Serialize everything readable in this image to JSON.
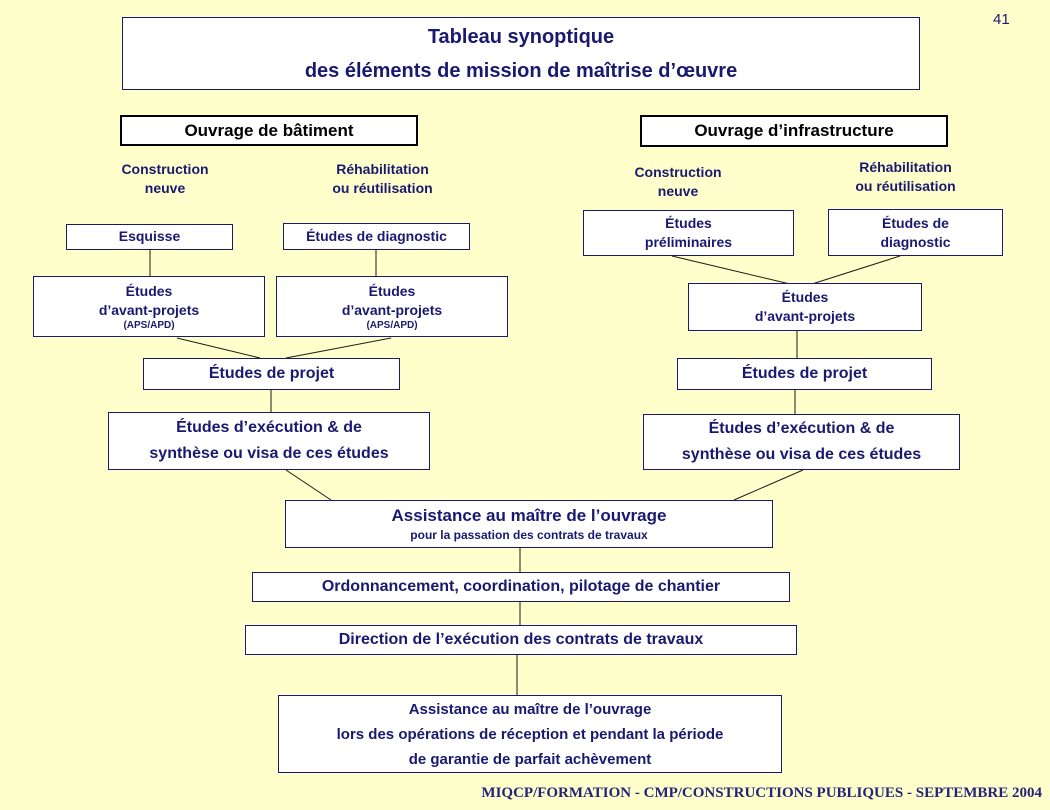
{
  "page_number": "41",
  "title": "Tableau synoptique\ndes éléments de mission de maîtrise d’œuvre",
  "left_column": {
    "header": "Ouvrage de bâtiment",
    "construction_label": "Construction\nneuve",
    "rehabilitation_label": "Réhabilitation\nou réutilisation",
    "esquisse": "Esquisse",
    "diagnostic": "Études de diagnostic",
    "avant_projets_neuve": {
      "main": "Études\nd’avant-projets",
      "sub": "(APS/APD)"
    },
    "avant_projets_rehab": {
      "main": "Études\nd’avant-projets",
      "sub": "(APS/APD)"
    },
    "projet": "Études de projet",
    "execution": "Études d’exécution & de\nsynthèse ou visa de ces études"
  },
  "right_column": {
    "header": "Ouvrage d’infrastructure",
    "construction_label": "Construction\nneuve",
    "rehabilitation_label": "Réhabilitation\nou réutilisation",
    "preliminaires": "Études\npréliminaires",
    "diagnostic": "Études de\ndiagnostic",
    "avant_projets": "Études\nd’avant-projets",
    "projet": "Études de projet",
    "execution": "Études d’exécution & de\nsynthèse ou visa de ces études"
  },
  "center": {
    "assistance_passation_title": "Assistance au maître de l’ouvrage",
    "assistance_passation_sub": "pour la passation des contrats de travaux",
    "ordonnancement": "Ordonnancement, coordination, pilotage de chantier",
    "direction": "Direction de l’exécution des contrats de travaux",
    "assistance_reception": "Assistance au maître de l’ouvrage\nlors des opérations de réception et pendant  la période\nde garantie de parfait achèvement"
  },
  "footer": "MIQCP/FORMATION - CMP/CONSTRUCTIONS PUBLIQUES - SEPTEMBRE 2004",
  "colors": {
    "background": "#FFFFCC",
    "box_fill": "#FFFFFF",
    "navy_text": "#191970",
    "header_text": "#000000",
    "footer_text": "#23237A"
  }
}
